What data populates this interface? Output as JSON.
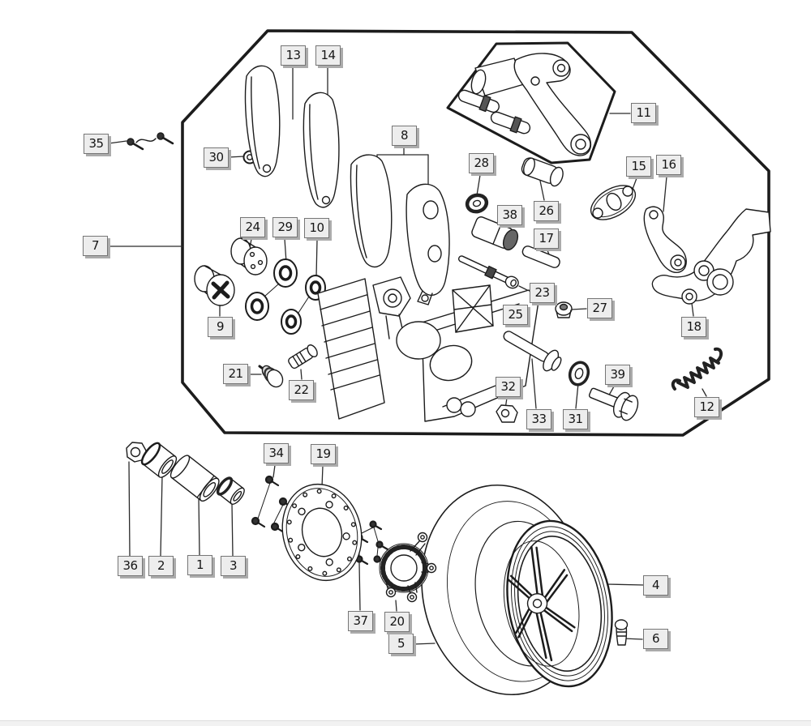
{
  "diagram": {
    "kind": "exploded-parts-diagram",
    "colors": {
      "background": "#ffffff",
      "line": "#1c1c1c",
      "label_bg": "#ededed",
      "label_border": "#767676",
      "label_shadow": "#ababab",
      "label_text": "#161616",
      "footer_bar": "#f2f2f2"
    }
  },
  "callouts": {
    "c1": "1",
    "c2": "2",
    "c3": "3",
    "c4": "4",
    "c5": "5",
    "c6": "6",
    "c7": "7",
    "c8": "8",
    "c9": "9",
    "c10": "10",
    "c11": "11",
    "c12": "12",
    "c13": "13",
    "c14": "14",
    "c15": "15",
    "c16": "16",
    "c17": "17",
    "c18": "18",
    "c19": "19",
    "c20": "20",
    "c21": "21",
    "c22": "22",
    "c23": "23",
    "c24": "24",
    "c25": "25",
    "c26": "26",
    "c27": "27",
    "c28": "28",
    "c29": "29",
    "c30": "30",
    "c31": "31",
    "c32": "32",
    "c33": "33",
    "c34": "34",
    "c35": "35",
    "c36": "36",
    "c37": "37",
    "c38": "38",
    "c39": "39"
  }
}
